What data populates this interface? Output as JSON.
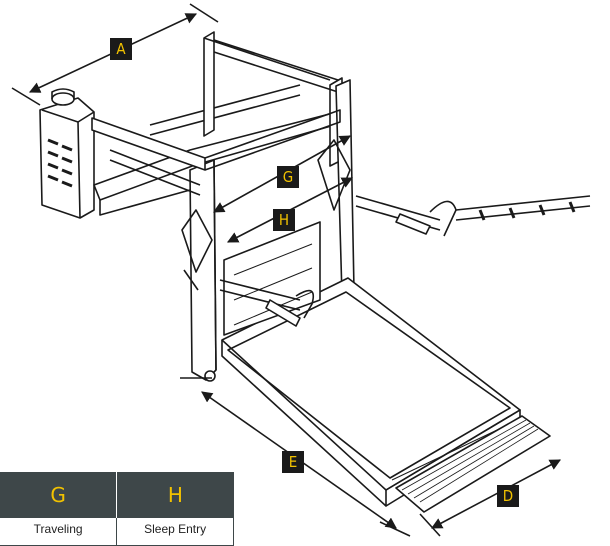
{
  "labels": {
    "a": "A",
    "g": "G",
    "h": "H",
    "e": "E",
    "d": "D"
  },
  "table": {
    "headers": [
      "G",
      "H"
    ],
    "row": [
      "Traveling",
      "Sleep Entry"
    ]
  },
  "colors": {
    "label_bg": "#1a1a1a",
    "label_text": "#f2c200",
    "table_header_bg": "#3e4749",
    "line": "#1a1a1a"
  }
}
